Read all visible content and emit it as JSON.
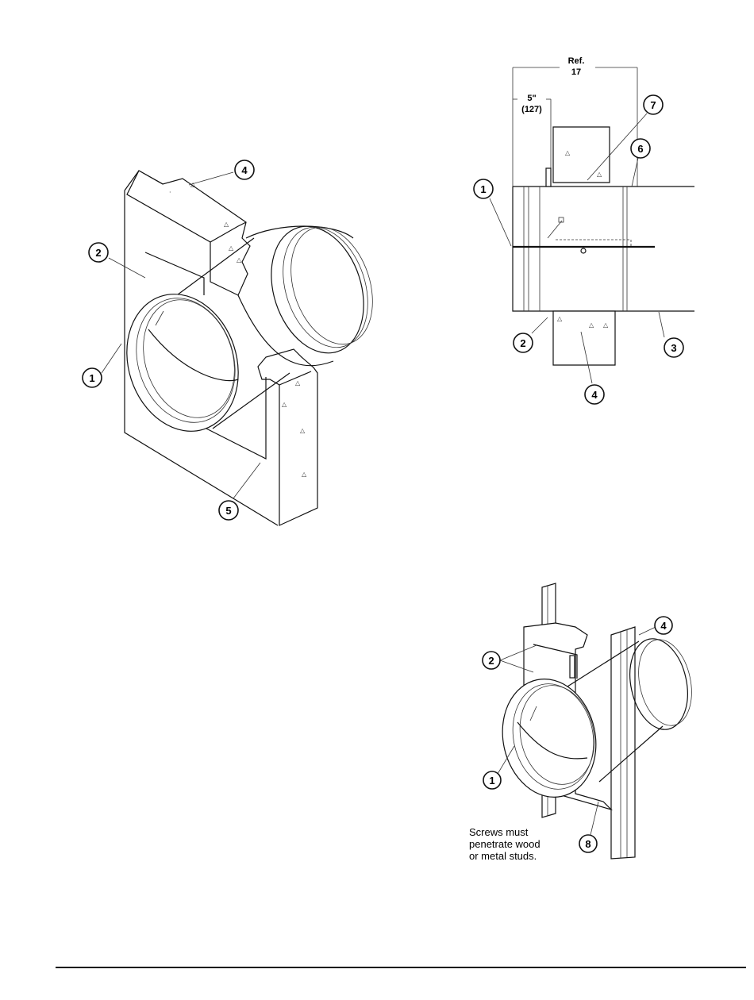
{
  "figure_a": {
    "callouts": [
      "4",
      "2",
      "1",
      "5"
    ]
  },
  "figure_b": {
    "dimensions": {
      "ref_label": "Ref.",
      "ref_value": "17",
      "offset_in": "5\"",
      "offset_mm": "(127)"
    },
    "callouts": [
      "7",
      "6",
      "1",
      "2",
      "3",
      "4"
    ]
  },
  "figure_c": {
    "callouts": [
      "4",
      "2",
      "1",
      "8"
    ],
    "note_lines": [
      "Screws must",
      "penetrate wood",
      "or metal studs."
    ]
  }
}
